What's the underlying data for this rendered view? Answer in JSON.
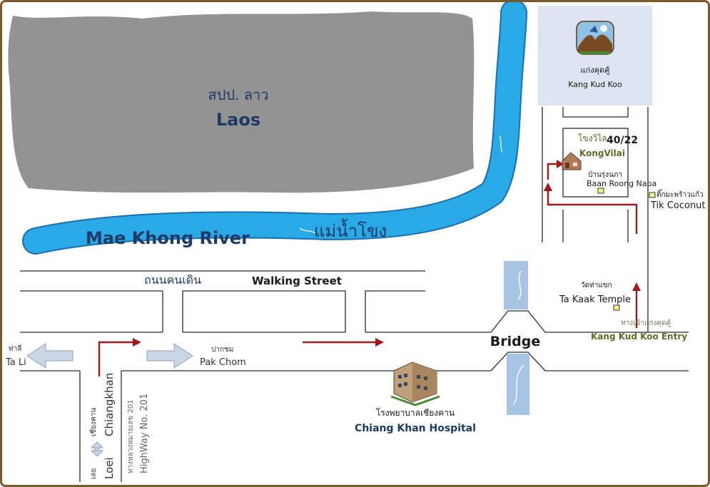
{
  "colors": {
    "frame": "#7a5a2a",
    "laos_land": "#939393",
    "river": "#29a9e6",
    "river_outline": "#1a6fb0",
    "road": "#2a2a2a",
    "bridge_water": "#a8c4e4",
    "arrow_red": "#a31818",
    "arrow_grey": "#c9d6e6",
    "label_blue": "#1e3a66",
    "label_green": "#5a6e24",
    "kang_box": "#dde3f0"
  },
  "laos": {
    "label_thai": "สปป. ลาว",
    "label_en": "Laos"
  },
  "river": {
    "label_en": "Mae Khong River",
    "label_thai": "แม่น้ำโขง"
  },
  "streets": {
    "walking_thai": "ถนนคนเดิน",
    "walking_en": "Walking Street"
  },
  "bridge": {
    "label": "Bridge"
  },
  "places": {
    "kang_kud_koo": {
      "thai": "แก่งคุดคู้",
      "en": "Kang Kud Koo",
      "icon": "landscape-icon"
    },
    "kongvilai": {
      "thai": "โขงวิไล",
      "number": "40/22",
      "en": "KongVilai",
      "icon": "house-icon"
    },
    "baan_roong_napa": {
      "thai": "บ้านรุ่งนภา",
      "en": "Baan Roong Napa"
    },
    "tik_coconut": {
      "thai": "ติ๊กมะพร้าวแก้ว",
      "en": "Tik Coconut"
    },
    "ta_kaak_temple": {
      "thai": "วัดท่าแขก",
      "en": "Ta Kaak Temple"
    },
    "kang_kud_koo_entry": {
      "thai": "ทางเข้าแก่งคุดคู้",
      "en": "Kang Kud Koo Entry"
    },
    "hospital": {
      "thai": "โรงพยาบาลเชียงคาน",
      "en": "Chiang Khan Hospital",
      "icon": "hospital-icon"
    }
  },
  "directions": {
    "ta_li": {
      "thai": "ท่าลี่",
      "en": "Ta Li"
    },
    "pak_chom": {
      "thai": "ปากชม",
      "en": "Pak Chom"
    },
    "chiangkhan": {
      "thai": "เชียงคาน",
      "en": "Chiangkhan"
    },
    "loei": {
      "thai": "เลย",
      "en": "Loei"
    },
    "highway_thai": "ทางหลวงหมายเลข 201",
    "highway_en": "HighWay No. 201"
  }
}
